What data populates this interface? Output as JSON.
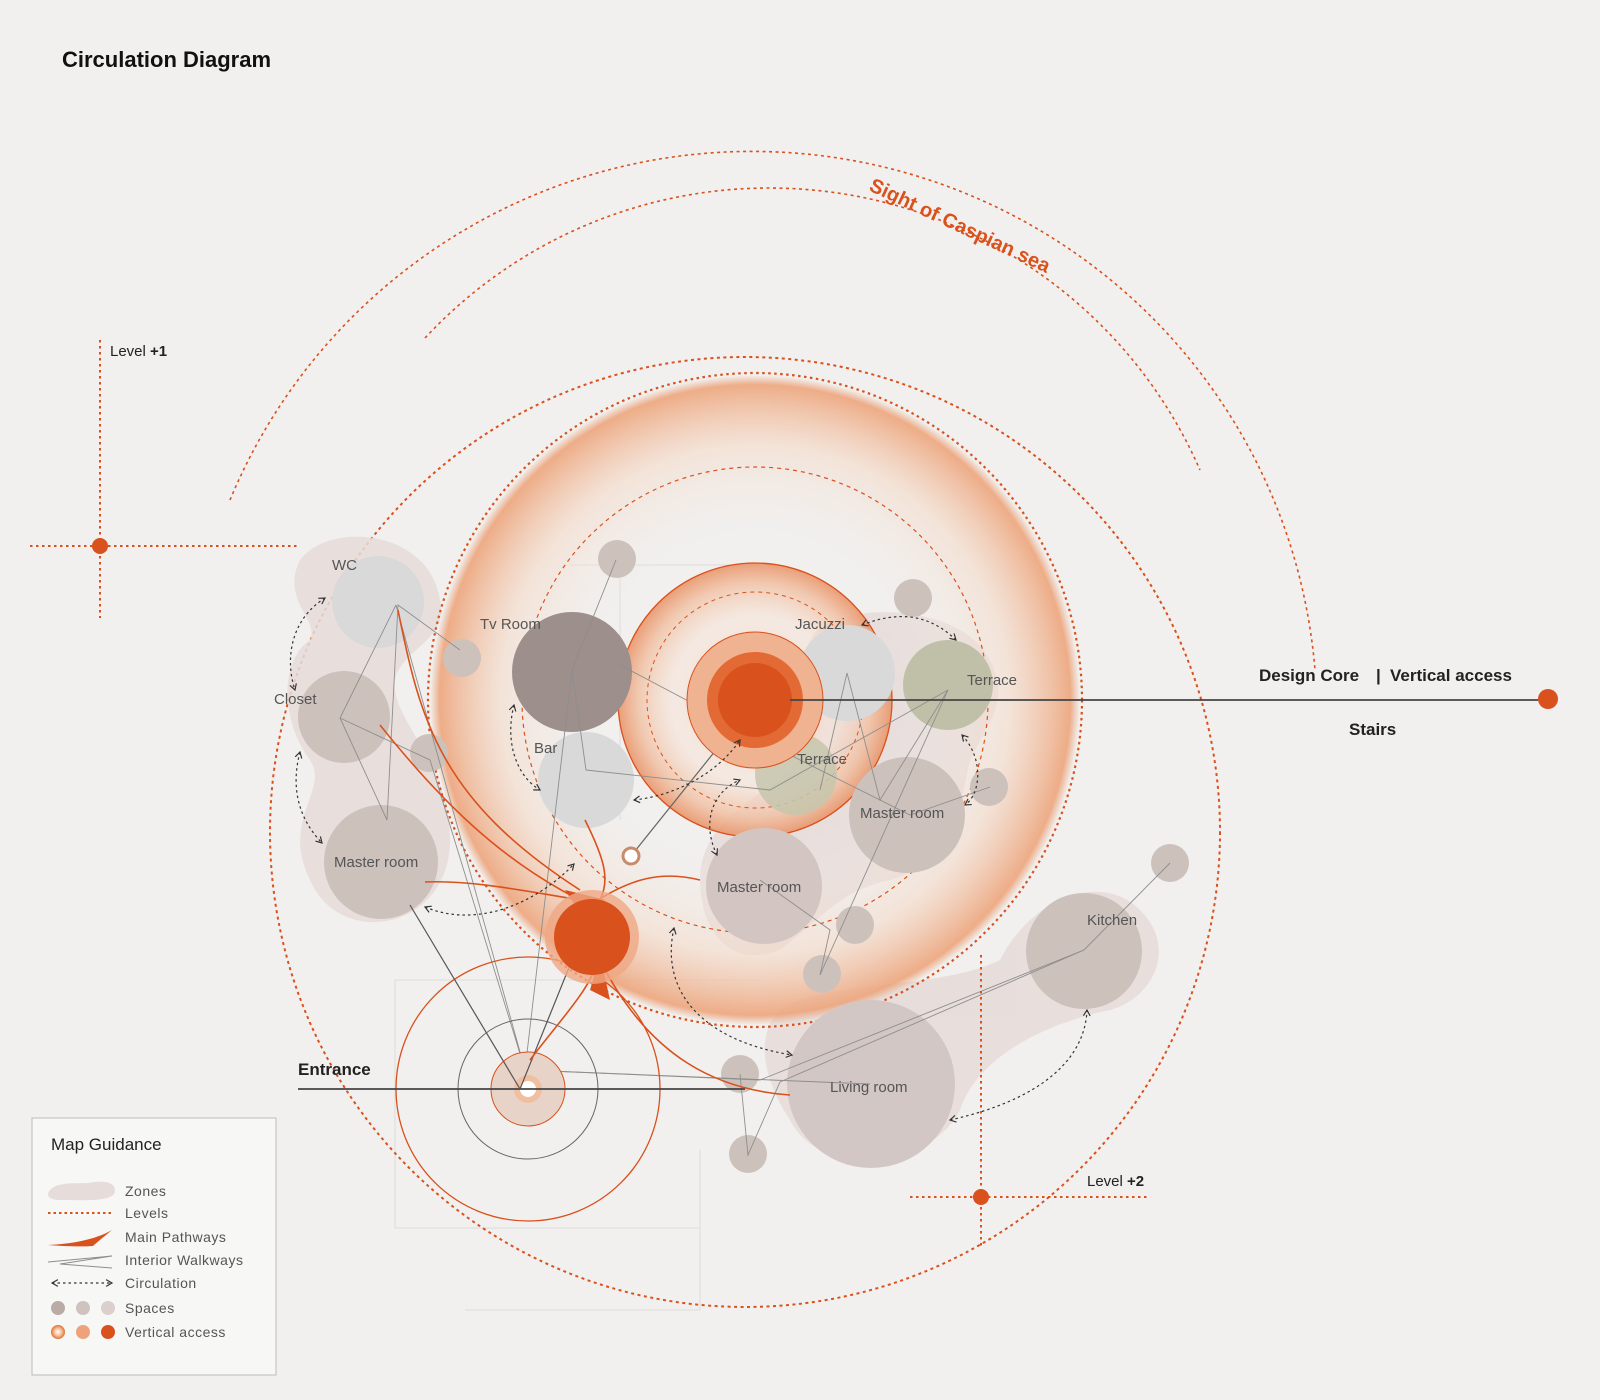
{
  "title": "Circulation Diagram",
  "sight_label": "Sight of Caspian sea",
  "levels": {
    "level1": {
      "prefix": "Level ",
      "value": "+1"
    },
    "level2": {
      "prefix": "Level ",
      "value": "+2"
    }
  },
  "design_core": {
    "label": "Design Core",
    "separator": "|",
    "vertical_access": "Vertical access",
    "stairs": "Stairs"
  },
  "entrance": "Entrance",
  "rooms": {
    "wc": "WC",
    "closet": "Closet",
    "master_left": "Master room",
    "tv_room": "Tv Room",
    "bar": "Bar",
    "jacuzzi": "Jacuzzi",
    "terrace_upper": "Terrace",
    "terrace_lower": "Terrace",
    "master_right": "Master room",
    "master_center": "Master room",
    "kitchen": "Kitchen",
    "living_room": "Living room"
  },
  "legend": {
    "title": "Map Guidance",
    "items": [
      {
        "key": "zones",
        "label": "Zones"
      },
      {
        "key": "levels",
        "label": "Levels"
      },
      {
        "key": "main_pathways",
        "label": "Main Pathways"
      },
      {
        "key": "interior_walkways",
        "label": "Interior Walkways"
      },
      {
        "key": "circulation",
        "label": "Circulation"
      },
      {
        "key": "spaces",
        "label": "Spaces"
      },
      {
        "key": "vertical_access",
        "label": "Vertical access"
      }
    ]
  },
  "colors": {
    "accent": "#d9511c",
    "space": "#cdc1bc",
    "space_light": "#d8d8d8",
    "space_dark": "#9d8f8b",
    "terrace": "#bfbfa8",
    "zone": "#e5dcd9",
    "background": "#f1f0ef"
  }
}
